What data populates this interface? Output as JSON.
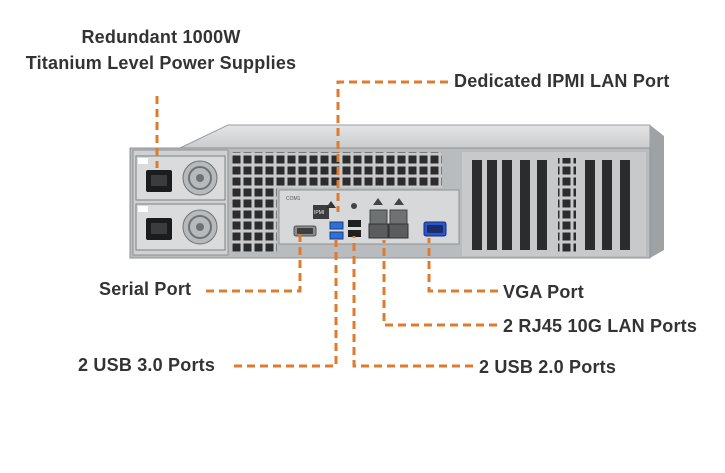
{
  "callouts": {
    "power_supplies": {
      "line1": "Redundant 1000W",
      "line2": "Titanium Level Power Supplies"
    },
    "ipmi": "Dedicated IPMI LAN Port",
    "serial": "Serial Port",
    "vga": "VGA Port",
    "rj45": "2 RJ45 10G LAN Ports",
    "usb3": "2 USB 3.0 Ports",
    "usb2": "2 USB 2.0 Ports"
  },
  "panel_labels": {
    "ipmi": "IPMI",
    "com": "COM1"
  },
  "colors": {
    "leader": "#E07B2E",
    "text": "#333333",
    "chassis": "#B9BCBE",
    "usb3": "#2F6FD6",
    "vga": "#2B56C9"
  }
}
